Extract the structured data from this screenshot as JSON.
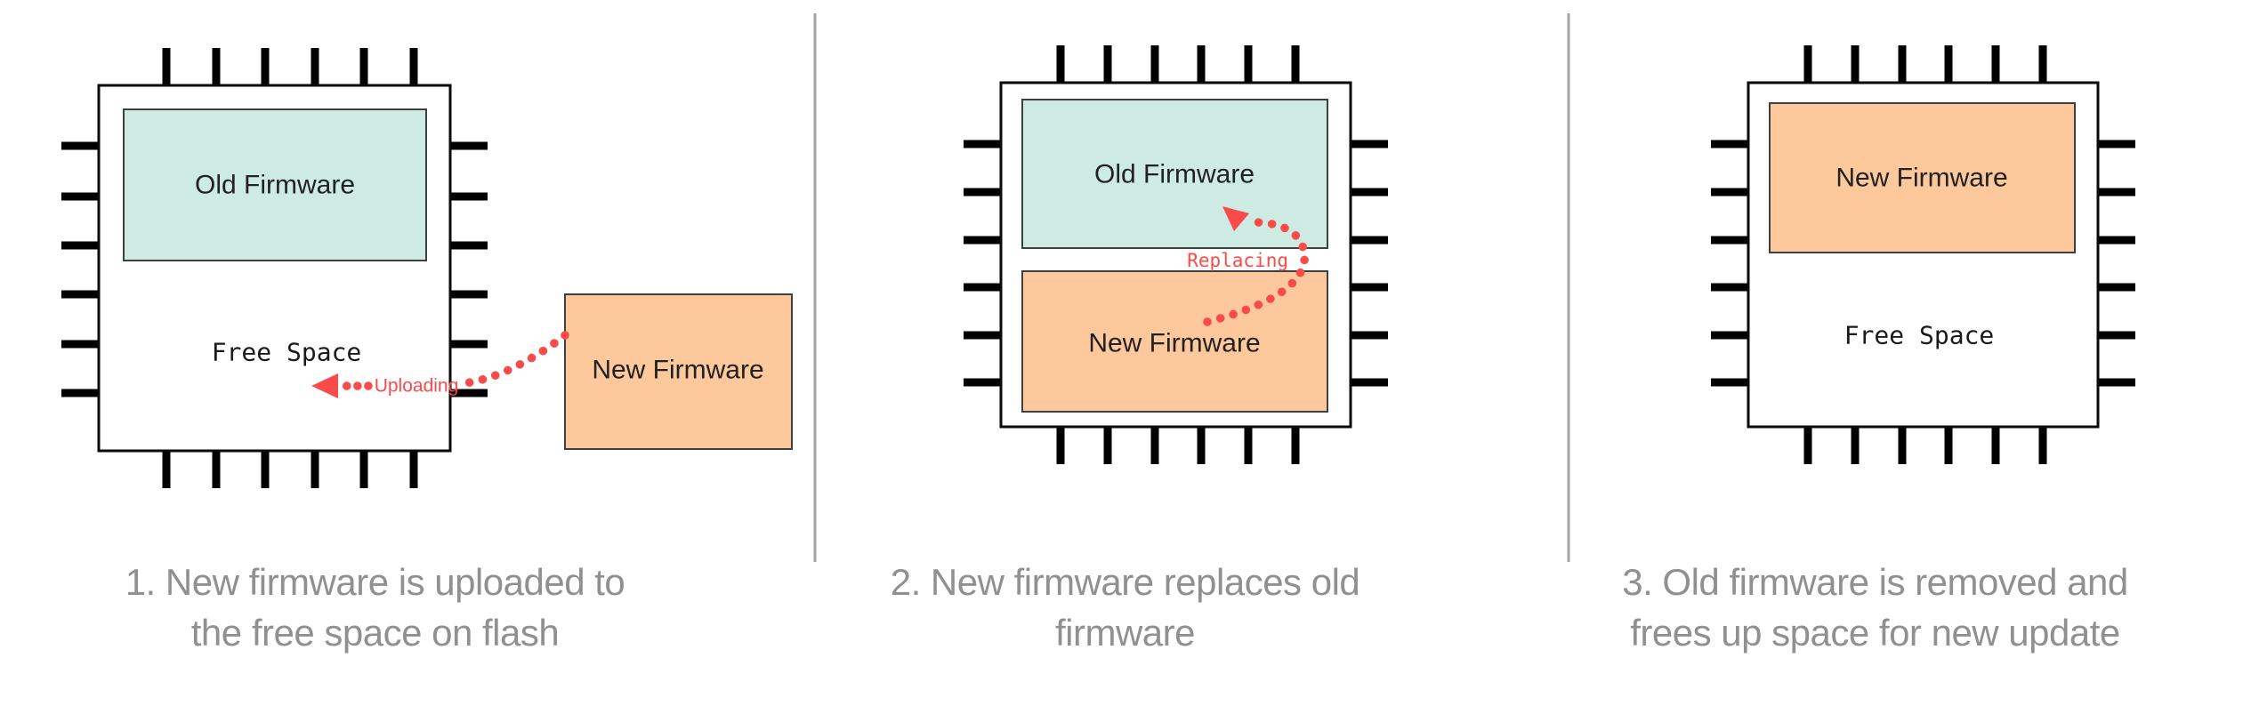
{
  "diagram": {
    "title_context": "Firmware update process on flash memory",
    "colors": {
      "old_firmware_fill": "#cdeae3",
      "new_firmware_fill": "#fdc89c",
      "arrow_red": "#fa4b4b",
      "caption_gray": "#909090",
      "divider_gray": "#a3a3a3",
      "pin_black": "#000000"
    },
    "panels": [
      {
        "step": "1",
        "chip_regions": {
          "old_firmware": "Old Firmware",
          "free_space": "Free Space"
        },
        "external_box_label": "New Firmware",
        "arrow_label": "Uploading",
        "caption_line1": "1. New firmware is uploaded to",
        "caption_line2": "the free space on flash"
      },
      {
        "step": "2",
        "chip_regions": {
          "old_firmware": "Old Firmware",
          "new_firmware": "New Firmware"
        },
        "arrow_label": "Replacing",
        "caption_line1": "2. New firmware replaces old",
        "caption_line2": "firmware"
      },
      {
        "step": "3",
        "chip_regions": {
          "new_firmware": "New Firmware",
          "free_space": "Free Space"
        },
        "caption_line1": "3. Old firmware is removed and",
        "caption_line2": "frees up space for new update"
      }
    ]
  }
}
